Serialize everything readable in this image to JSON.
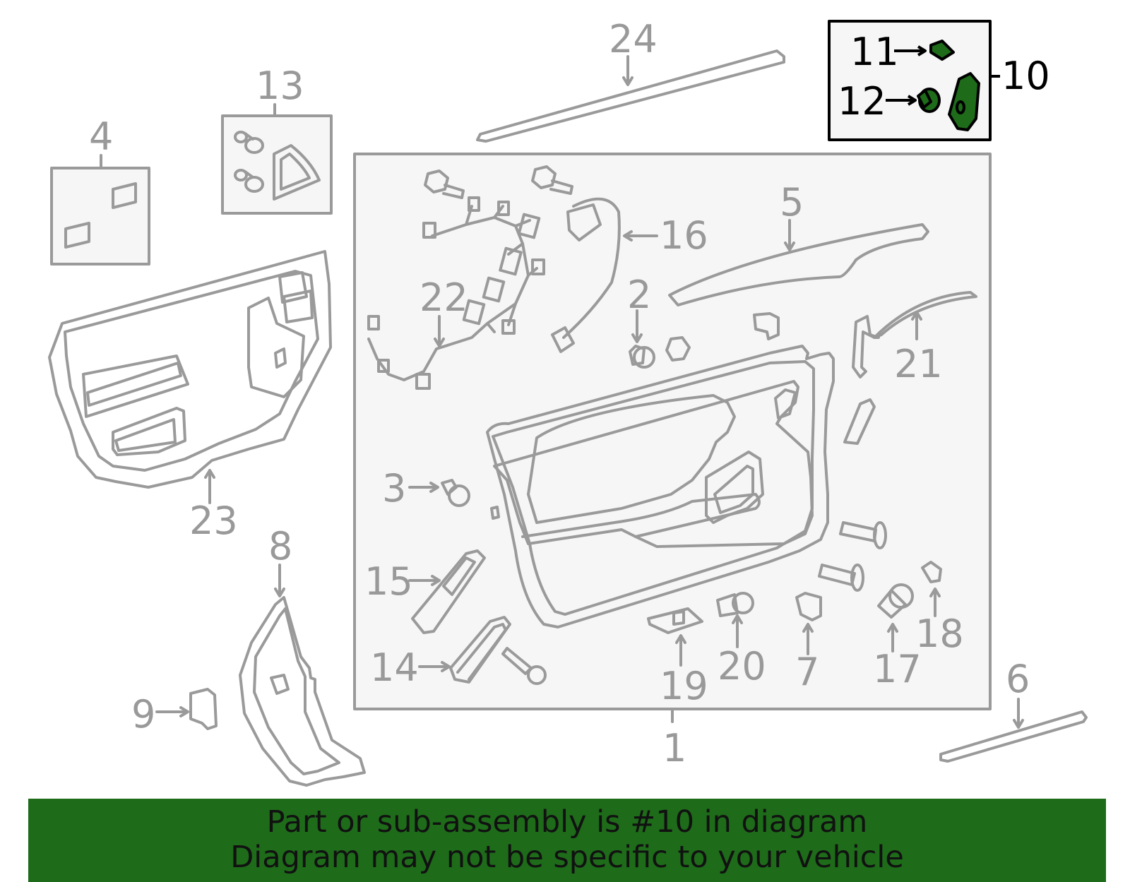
{
  "colors": {
    "part_line": "#9a9a9a",
    "box_fill": "#f6f6f6",
    "highlight_fill": "#1e6b1a",
    "banner_bg": "#1e6b1a",
    "banner_text": "#111111",
    "callout_gray": "#999999",
    "callout_dark": "#000000"
  },
  "callouts": {
    "c1": "1",
    "c2": "2",
    "c3": "3",
    "c4": "4",
    "c5": "5",
    "c6": "6",
    "c7": "7",
    "c8": "8",
    "c9": "9",
    "c10": "10",
    "c11": "11",
    "c12": "12",
    "c13": "13",
    "c14": "14",
    "c15": "15",
    "c16": "16",
    "c17": "17",
    "c18": "18",
    "c19": "19",
    "c20": "20",
    "c21": "21",
    "c22": "22",
    "c23": "23",
    "c24": "24"
  },
  "banner": {
    "line1": "Part or sub-assembly is #10 in diagram",
    "line2": "Diagram may not be specific to your vehicle"
  }
}
